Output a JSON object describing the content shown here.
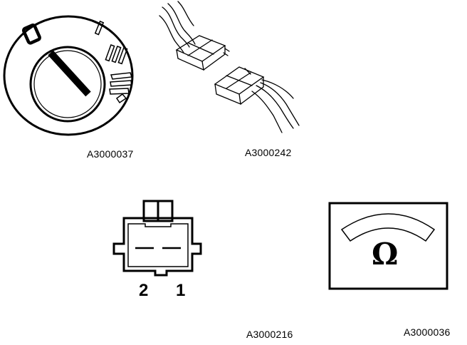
{
  "figures": {
    "ignition_switch": {
      "caption": "A3000037",
      "icon": "ignition-switch-icon"
    },
    "connector_pair": {
      "caption": "A3000242",
      "icon": "wire-connector-icon"
    },
    "two_pin_connector": {
      "caption": "A3000216",
      "icon": "two-pin-connector-icon",
      "pin_labels": [
        "2",
        "1"
      ]
    },
    "ohmmeter": {
      "caption": "A3000036",
      "icon": "ohmmeter-icon",
      "symbol": "Ω"
    }
  }
}
